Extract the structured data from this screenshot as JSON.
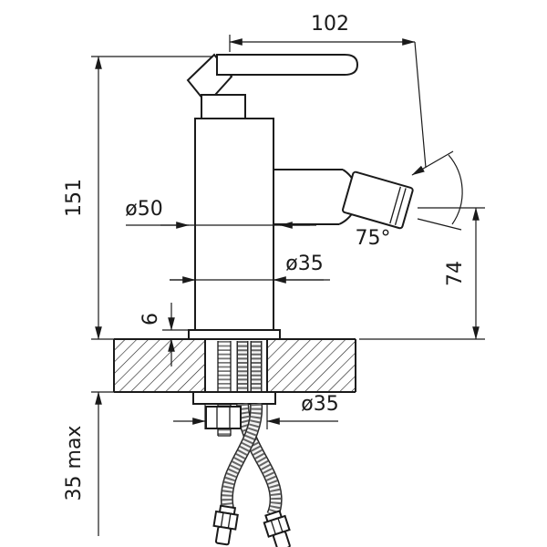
{
  "colors": {
    "line": "#1a1a1a",
    "background": "#ffffff"
  },
  "drawing": {
    "labels": {
      "spout_reach": "102",
      "total_height": "151",
      "base_diameter": "ø50",
      "body_diameter": "ø35",
      "spray_angle": "75°",
      "outlet_height": "74",
      "base_plate_height": "6",
      "mounting_hole_diameter": "ø35",
      "max_deck_thickness": "35 max"
    }
  }
}
